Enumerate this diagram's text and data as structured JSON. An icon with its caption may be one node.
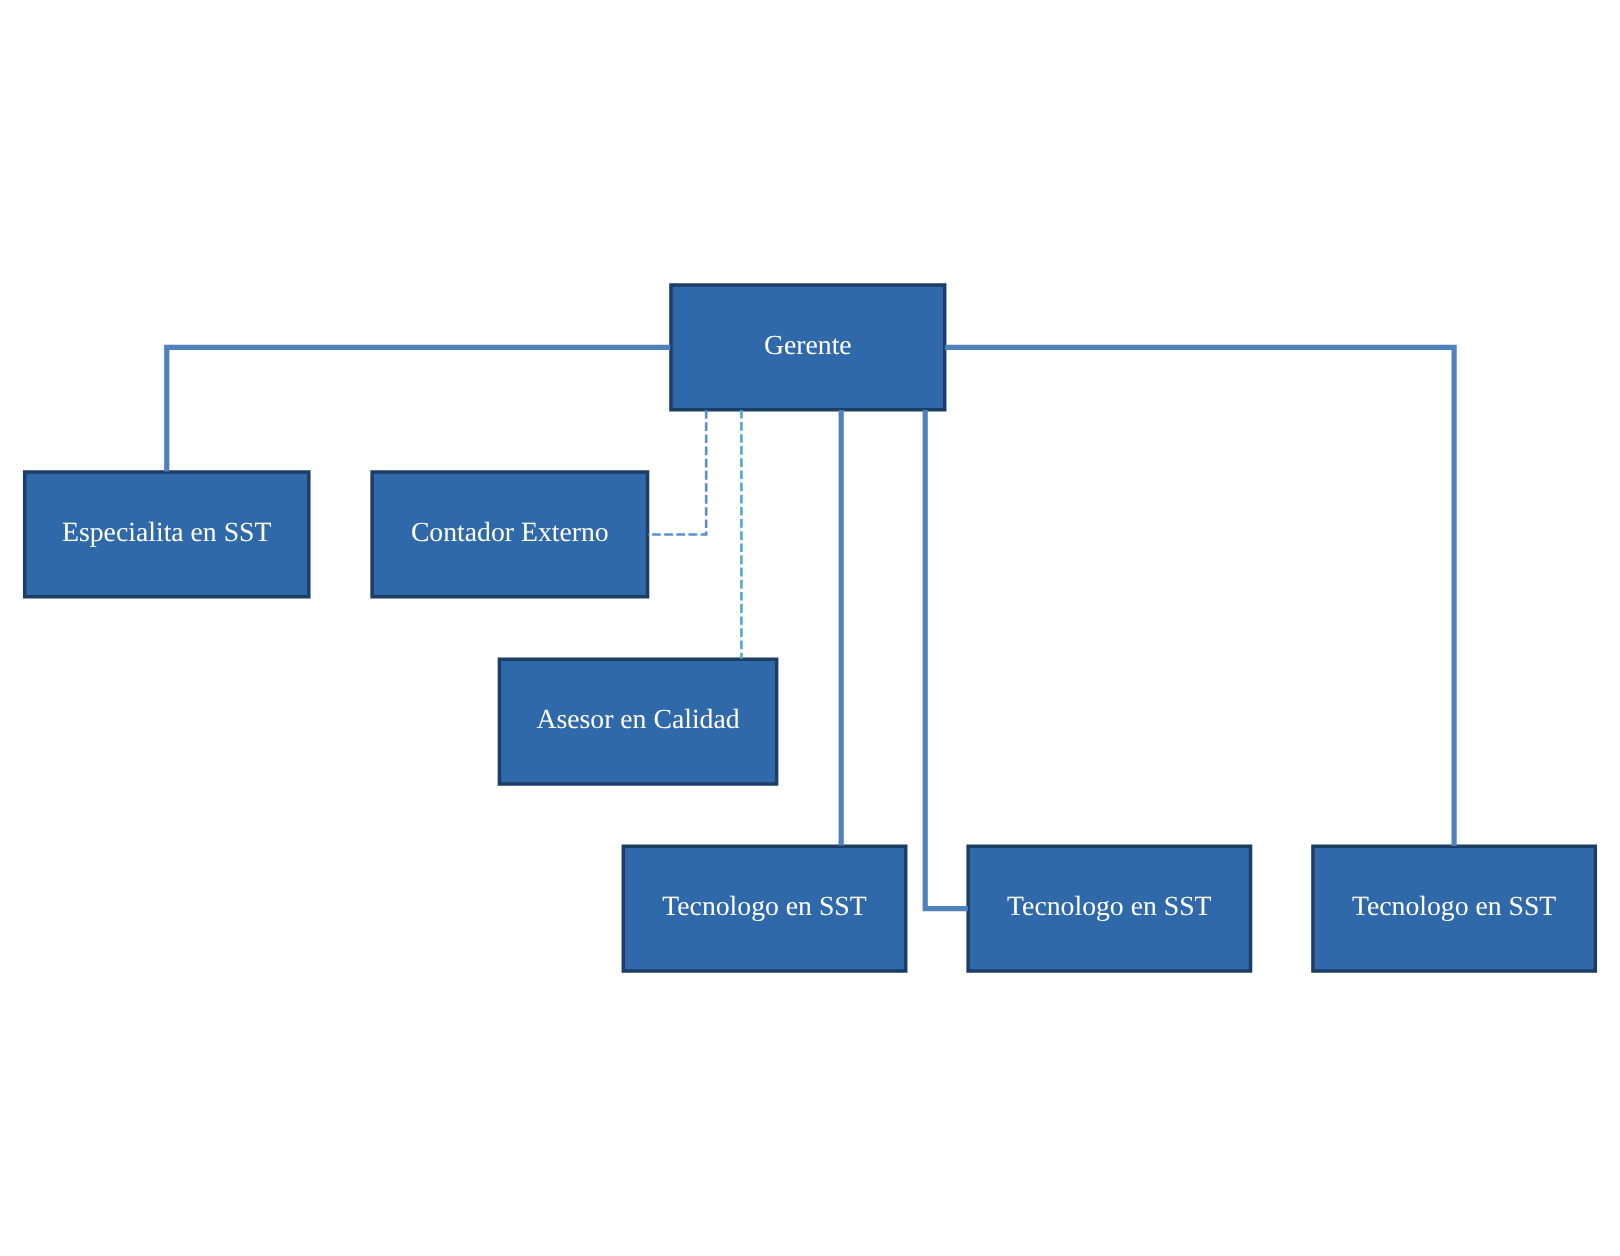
{
  "diagram": {
    "nodes": [
      {
        "text": [
          "Gerente"
        ]
      },
      {
        "text": [
          "Especialita en SST"
        ]
      },
      {
        "text": [
          "Contador Externo"
        ]
      },
      {
        "text": [
          "Asesor en Calidad"
        ]
      },
      {
        "text": [
          "Tecnologo en SST"
        ]
      },
      {
        "text": [
          "Tecnologo en SST"
        ]
      },
      {
        "text": [
          "Tecnologo en SST"
        ]
      }
    ],
    "edges": [
      {
        "from": 0,
        "to": 1,
        "arrow": "none"
      },
      {
        "from": 0,
        "to": 2,
        "arrow": "none",
        "style": "dashed",
        "color": "#5b8fd0"
      },
      {
        "from": 0,
        "to": 3,
        "arrow": "none",
        "style": "dashed",
        "color": "#4bacc6"
      },
      {
        "from": 0,
        "to": 4,
        "arrow": "none"
      },
      {
        "from": 0,
        "to": 5,
        "arrow": "none"
      },
      {
        "from": 0,
        "to": 6,
        "arrow": "none"
      }
    ]
  }
}
